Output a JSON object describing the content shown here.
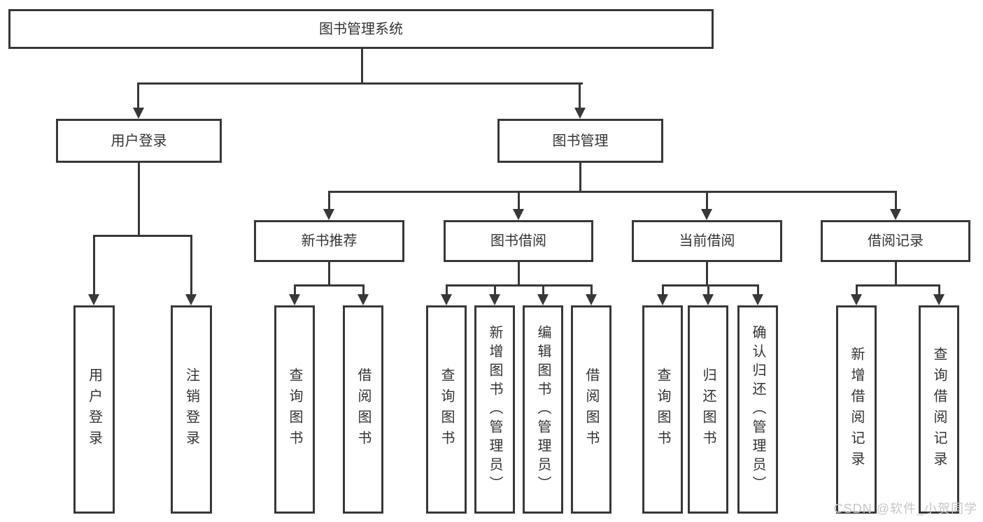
{
  "diagram": {
    "root": {
      "label": "图书管理系统"
    },
    "level2": [
      {
        "label": "用户登录"
      },
      {
        "label": "图书管理"
      }
    ],
    "user_login_children": [
      {
        "label": "用户登录"
      },
      {
        "label": "注销登录"
      }
    ],
    "level3": [
      {
        "label": "新书推荐"
      },
      {
        "label": "图书借阅"
      },
      {
        "label": "当前借阅"
      },
      {
        "label": "借阅记录"
      }
    ],
    "new_book_children": [
      {
        "label": "查询图书"
      },
      {
        "label": "借阅图书"
      }
    ],
    "book_borrow_children": [
      {
        "label": "查询图书"
      },
      {
        "label": "新增图书（管理员）"
      },
      {
        "label": "编辑图书（管理员）"
      },
      {
        "label": "借阅图书"
      }
    ],
    "current_borrow_children": [
      {
        "label": "查询图书"
      },
      {
        "label": "归还图书"
      },
      {
        "label": "确认归还（管理员）"
      }
    ],
    "record_children": [
      {
        "label": "新增借阅记录"
      },
      {
        "label": "查询借阅记录"
      }
    ]
  },
  "watermark": "CSDN @软件_小贺同学",
  "colors": {
    "line": "#383838",
    "text": "#333333",
    "box-bg": "#ffffff",
    "watermark": "#c6c6c6",
    "background": "#ffffff"
  }
}
